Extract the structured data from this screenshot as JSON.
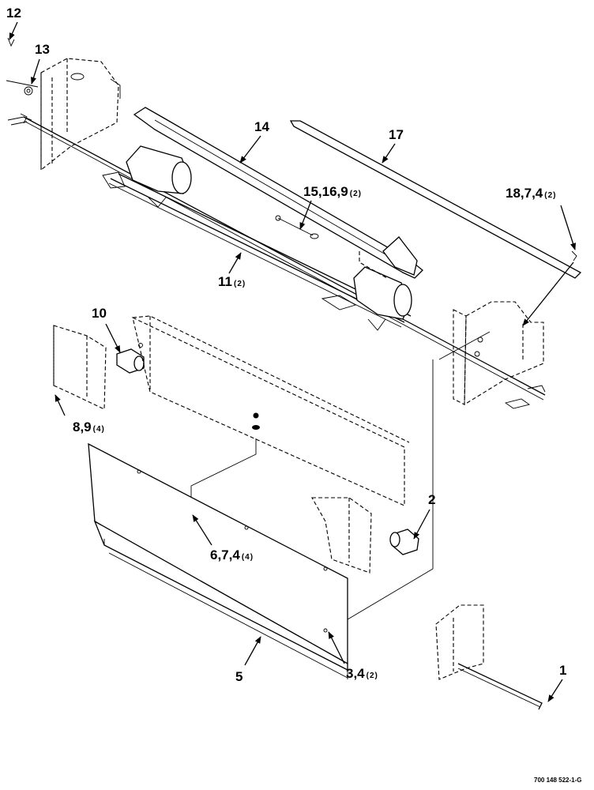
{
  "callouts": [
    {
      "id": "12",
      "label": "12",
      "qty": ""
    },
    {
      "id": "13",
      "label": "13",
      "qty": ""
    },
    {
      "id": "14",
      "label": "14",
      "qty": ""
    },
    {
      "id": "17",
      "label": "17",
      "qty": ""
    },
    {
      "id": "15-16-9",
      "label": "15,16,9",
      "qty": "(2)"
    },
    {
      "id": "18-7-4",
      "label": "18,7,4",
      "qty": "(2)"
    },
    {
      "id": "11",
      "label": "11",
      "qty": "(2)"
    },
    {
      "id": "10",
      "label": "10",
      "qty": ""
    },
    {
      "id": "8-9",
      "label": "8,9",
      "qty": "(4)"
    },
    {
      "id": "2",
      "label": "2",
      "qty": ""
    },
    {
      "id": "6-7-4",
      "label": "6,7,4",
      "qty": "(4)"
    },
    {
      "id": "5",
      "label": "5",
      "qty": ""
    },
    {
      "id": "3-4",
      "label": "3,4",
      "qty": "(2)"
    },
    {
      "id": "1",
      "label": "1",
      "qty": ""
    }
  ],
  "figure_id": "700 148 522-1-G"
}
